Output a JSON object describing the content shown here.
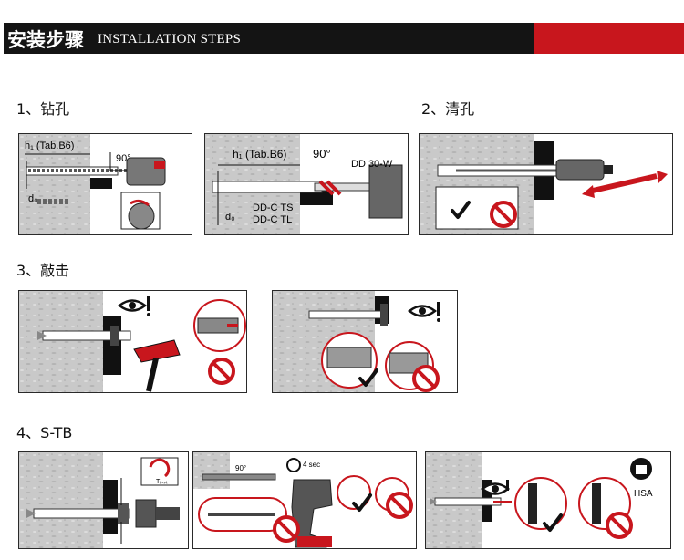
{
  "header": {
    "title_cn": "安装步骤",
    "title_en": "INSTALLATION STEPS"
  },
  "colors": {
    "accent_red": "#c8161d",
    "header_black": "#141414",
    "concrete": "#c9c9c9"
  },
  "steps": [
    {
      "label": "1、钻孔"
    },
    {
      "label": "2、清孔"
    },
    {
      "label": "3、敲击"
    },
    {
      "label": "4、S-TB"
    }
  ],
  "panel1a": {
    "h1": "h₁ (Tab.B6)",
    "d0": "d₀",
    "angle": "90°"
  },
  "panel1b": {
    "h1": "h₁ (Tab.B6)",
    "d0": "d₀",
    "angle": "90°",
    "tool": "DD 30-W",
    "bit1": "DD-C TS",
    "bit2": "DD-C TL"
  },
  "panel4a": {
    "tinst": "Tᵢₙₛₜ"
  },
  "panel4b": {
    "angle": "90°",
    "time": "4 sec"
  },
  "panel4c": {
    "brand": "HSA"
  }
}
